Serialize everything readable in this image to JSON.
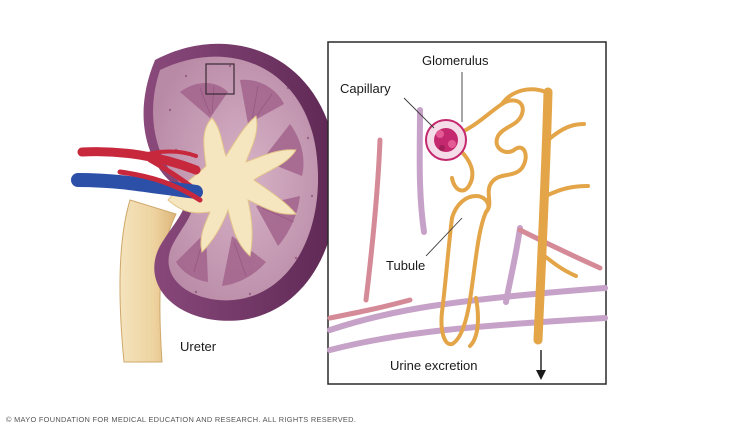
{
  "labels": {
    "ureter": "Ureter",
    "glomerulus": "Glomerulus",
    "capillary": "Capillary",
    "tubule": "Tubule",
    "urine_excretion": "Urine excretion"
  },
  "copyright": "© MAYO FOUNDATION FOR MEDICAL EDUCATION AND RESEARCH. ALL RIGHTS RESERVED.",
  "colors": {
    "background": "#ffffff",
    "kidney_capsule": "#7a3b6e",
    "kidney_cortex": "#c9a0b8",
    "kidney_medulla": "#a86a93",
    "renal_pelvis": "#f5e2b8",
    "artery": "#c8283c",
    "vein": "#2c4fa8",
    "tubule": "#e3a548",
    "glomerulus": "#c4286e",
    "inset_vessels": "#c7a2c8"
  },
  "icons": {
    "arrow": "arrow-down-icon"
  }
}
